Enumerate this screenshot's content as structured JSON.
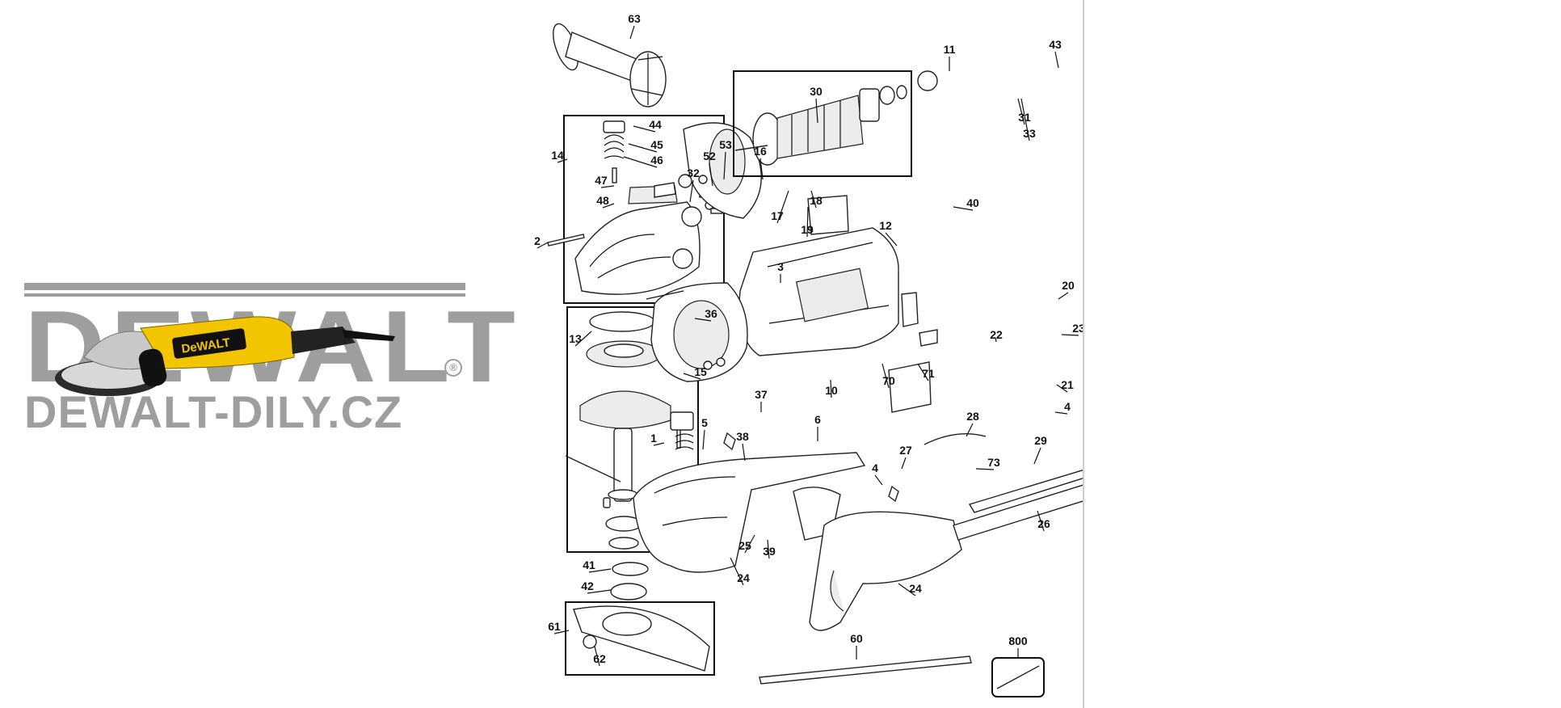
{
  "logo": {
    "wordmark": "DEWALT",
    "product_badge": "DeWALT",
    "registered_mark": "®",
    "site": "DEWALT-DILY.CZ",
    "grey": "#9e9e9e",
    "yellow": "#f2c500"
  },
  "diagram": {
    "callouts": [
      "63",
      "11",
      "43",
      "30",
      "44",
      "45",
      "46",
      "53",
      "52",
      "14",
      "16",
      "32",
      "47",
      "48",
      "31",
      "33",
      "17",
      "18",
      "19",
      "40",
      "2",
      "12",
      "3",
      "20",
      "36",
      "13",
      "15",
      "23",
      "22",
      "10",
      "71",
      "70",
      "21",
      "4",
      "37",
      "5",
      "6",
      "1",
      "38",
      "28",
      "29",
      "27",
      "73",
      "4",
      "39",
      "25",
      "26",
      "24",
      "24",
      "41",
      "42",
      "61",
      "62",
      "60",
      "800"
    ]
  }
}
